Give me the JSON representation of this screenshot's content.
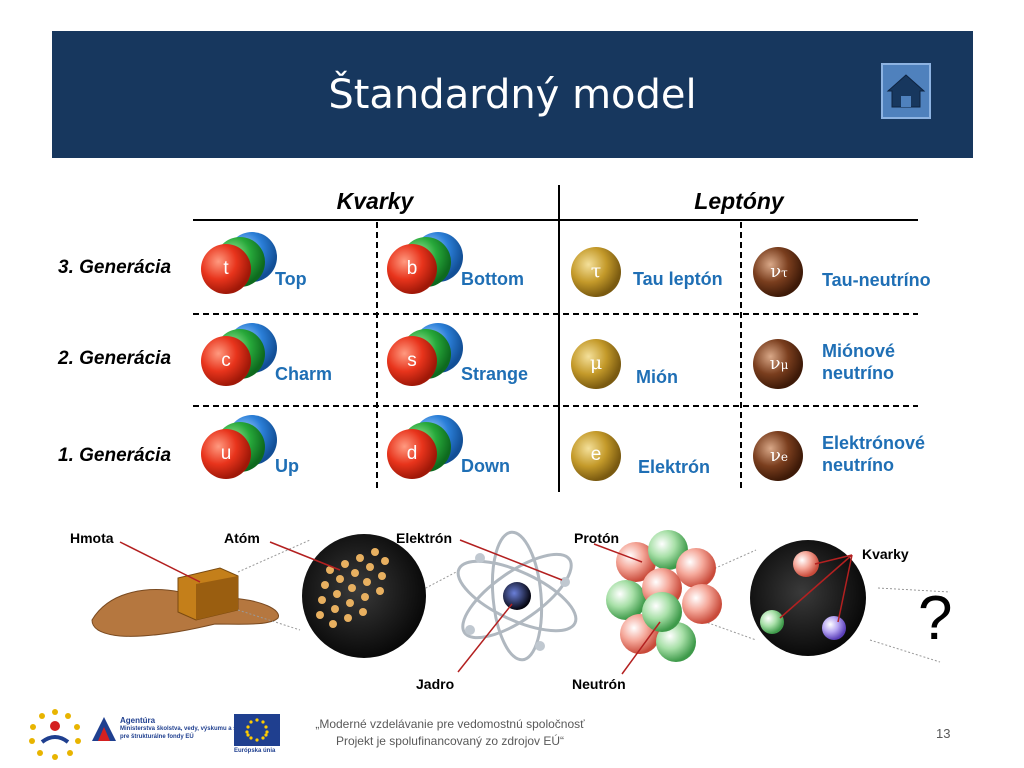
{
  "slide": {
    "title": "Štandardný model",
    "page_number": "13"
  },
  "home_button": {
    "icon": "home-icon"
  },
  "table": {
    "headers": {
      "quarks": "Kvarky",
      "leptons": "Leptóny"
    },
    "generations": [
      "3. Generácia",
      "2. Generácia",
      "1. Generácia"
    ],
    "quarks_up": [
      {
        "symbol": "t",
        "name": "Top"
      },
      {
        "symbol": "c",
        "name": "Charm"
      },
      {
        "symbol": "u",
        "name": "Up"
      }
    ],
    "quarks_down": [
      {
        "symbol": "b",
        "name": "Bottom"
      },
      {
        "symbol": "s",
        "name": "Strange"
      },
      {
        "symbol": "d",
        "name": "Down"
      }
    ],
    "leptons": [
      {
        "symbol": "τ",
        "name": "Tau leptón"
      },
      {
        "symbol": "μ",
        "name": "Mión"
      },
      {
        "symbol": "e",
        "name": "Elektrón"
      }
    ],
    "neutrinos": [
      {
        "symbol": "ν",
        "sub": "τ",
        "name_line1": "Tau-neutríno",
        "name_line2": ""
      },
      {
        "symbol": "ν",
        "sub": "μ",
        "name_line1": "Miónové",
        "name_line2": "neutríno"
      },
      {
        "symbol": "ν",
        "sub": "e",
        "name_line1": "Elektrónové",
        "name_line2": "neutríno"
      }
    ]
  },
  "scale": {
    "labels": {
      "matter": "Hmota",
      "atom": "Atóm",
      "electron": "Elektrón",
      "proton": "Protón",
      "quarks": "Kvarky",
      "nucleus": "Jadro",
      "neutron": "Neutrón",
      "question": "?"
    }
  },
  "footer": {
    "line1": "„Moderné vzdelávanie pre vedomostnú spoločnosť",
    "line2": "Projekt je spolufinancovaný zo zdrojov EÚ“",
    "agency_name": "Agentúra",
    "agency_sub1": "Ministerstva školstva, vedy, výskumu a športu SR",
    "agency_sub2": "pre štrukturálne fondy EÚ",
    "eu_label": "Európska únia"
  },
  "colors": {
    "title_bar": "#17375e",
    "label_blue": "#1f6fb5",
    "quark_red": "#e8341c",
    "lepton_gold": "#b8860b",
    "neutrino_brown": "#6b3a1e"
  }
}
